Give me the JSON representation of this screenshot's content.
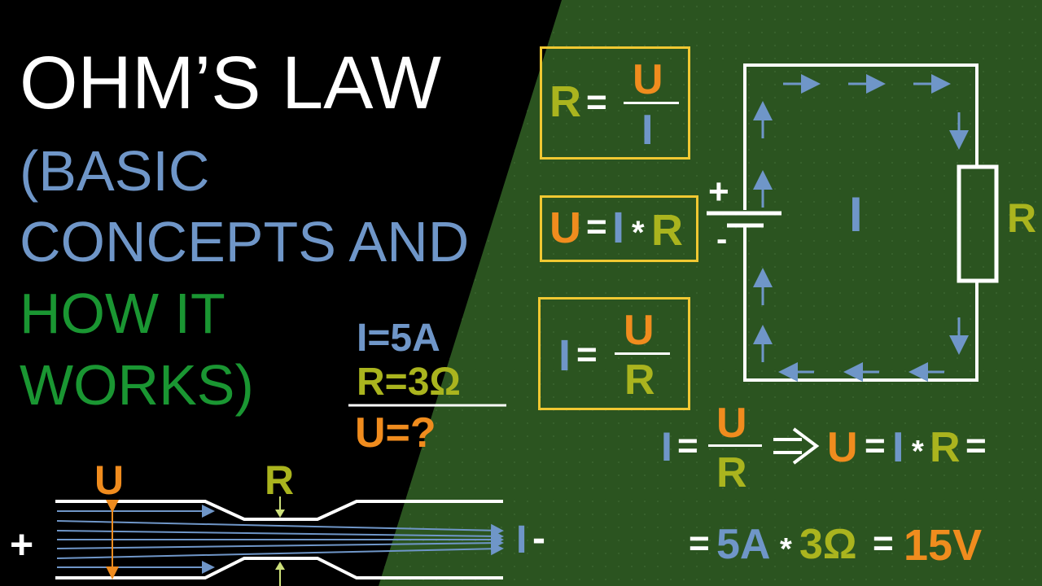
{
  "title": {
    "line1": "OHM’S LAW",
    "line2": "(BASIC",
    "line3": "CONCEPTS AND",
    "line4": "HOW IT",
    "line5": "WORKS)"
  },
  "problem": {
    "current": "I=5A",
    "resistance": "R=3Ω",
    "question": "U=?"
  },
  "formulas": {
    "r_lhs": "R",
    "eq": "=",
    "u": "U",
    "i": "I",
    "r": "R",
    "star": "*"
  },
  "circuit": {
    "plus": "+",
    "minus": "-",
    "current_label": "I",
    "resistor_label": "R"
  },
  "derivation": {
    "implies": "=>",
    "value_5a": "5A",
    "value_3ohm": "3Ω",
    "result": "15V"
  },
  "pipe": {
    "u_label": "U",
    "r_label": "R",
    "plus": "+",
    "i_label": "I",
    "minus": "-"
  },
  "colors": {
    "current": "#6f96c8",
    "voltage": "#f08c1e",
    "resistance": "#aab41e",
    "title_green": "#1a9632",
    "board": "#2b5420",
    "box_border": "#f0c832"
  }
}
